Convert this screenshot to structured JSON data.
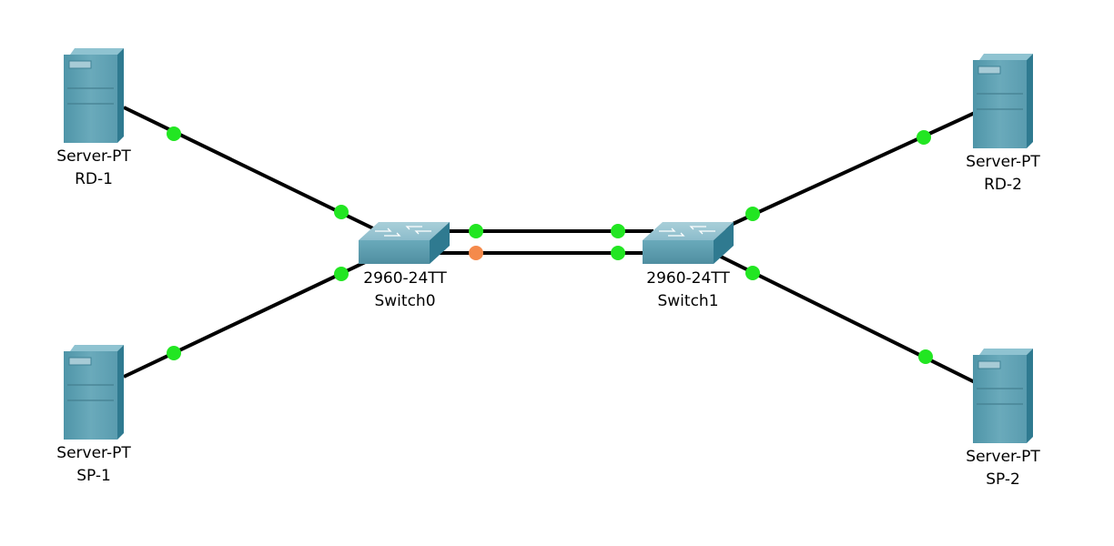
{
  "devices": {
    "rd1": {
      "model": "Server-PT",
      "name": "RD-1",
      "type": "server"
    },
    "sp1": {
      "model": "Server-PT",
      "name": "SP-1",
      "type": "server"
    },
    "switch0": {
      "model": "2960-24TT",
      "name": "Switch0",
      "type": "switch"
    },
    "switch1": {
      "model": "2960-24TT",
      "name": "Switch1",
      "type": "switch"
    },
    "rd2": {
      "model": "Server-PT",
      "name": "RD-2",
      "type": "server"
    },
    "sp2": {
      "model": "Server-PT",
      "name": "SP-2",
      "type": "server"
    }
  },
  "links": [
    {
      "from": "rd1",
      "to": "switch0",
      "status_from": "up",
      "status_to": "up"
    },
    {
      "from": "sp1",
      "to": "switch0",
      "status_from": "up",
      "status_to": "up"
    },
    {
      "from": "switch0",
      "to": "switch1",
      "status_from": "up",
      "status_to": "up"
    },
    {
      "from": "switch0",
      "to": "switch1",
      "status_from": "blocking",
      "status_to": "up"
    },
    {
      "from": "switch1",
      "to": "rd2",
      "status_from": "up",
      "status_to": "up"
    },
    {
      "from": "switch1",
      "to": "sp2",
      "status_from": "up",
      "status_to": "up"
    }
  ],
  "colors": {
    "link": "#000000",
    "status_up": "#22e622",
    "status_blocking": "#f58a4b",
    "device_body": "#5fa0b2",
    "device_dark": "#3d7f93"
  }
}
